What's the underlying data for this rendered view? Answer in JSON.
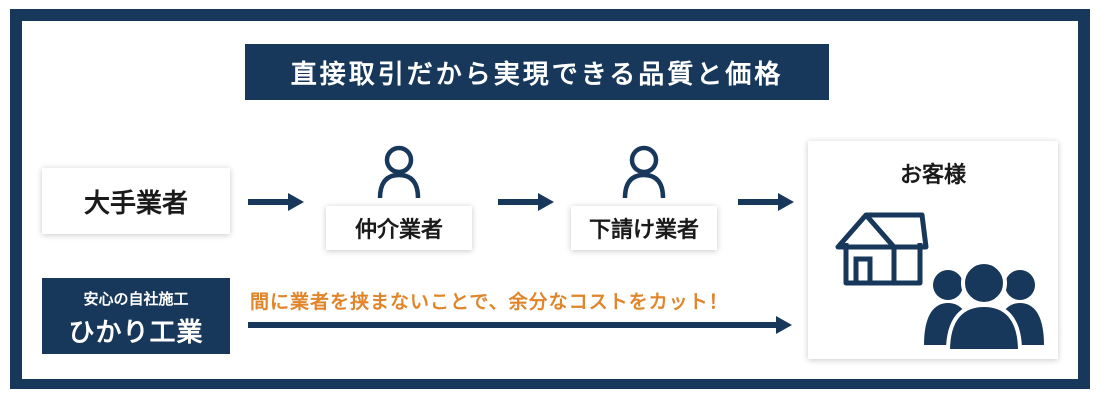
{
  "headline": "直接取引だから実現できる品質と価格",
  "nodes": {
    "big_contractor": "大手業者",
    "broker": "仲介業者",
    "subcontractor": "下請け業者",
    "customer": "お客様"
  },
  "company": {
    "tagline": "安心の自社施工",
    "name": "ひかり工業"
  },
  "message": "間に業者を挟まないことで、余分なコストをカット！",
  "icons": {
    "broker": "person-icon",
    "subcontractor": "person-icon",
    "house": "house-icon",
    "group": "people-group-icon"
  },
  "colors": {
    "navy": "#17385a",
    "orange": "#e1852a",
    "white": "#ffffff"
  }
}
